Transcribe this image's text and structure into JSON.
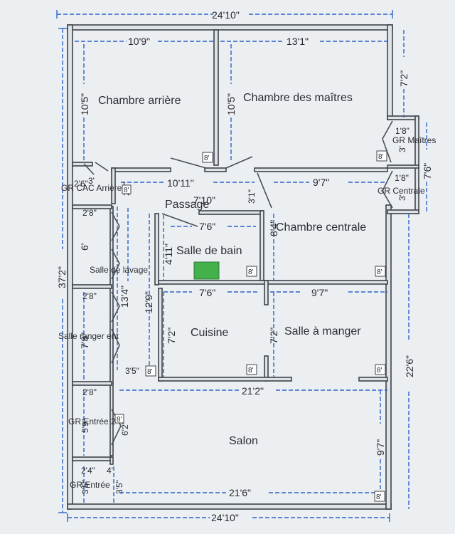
{
  "rooms": {
    "chambre_arriere": "Chambre arrière",
    "chambre_maitres": "Chambre des maîtres",
    "passage": "Passage",
    "salle_de_bain": "Salle de bain",
    "chambre_centrale": "Chambre centrale",
    "salle_lavage": "Salle de lavage",
    "cuisine": "Cuisine",
    "salle_a_manger": "Salle à manger",
    "salle_rangement": "Salle ranger ent",
    "salon": "Salon",
    "gr_cac_arriere": "GR CAC Arrière",
    "gr_maitres": "GR Maîtres",
    "gr_centrale": "GR Centrale",
    "gr_entree_2": "GR Entrée 2",
    "gr_entree": "GR Entrée"
  },
  "dimensions": {
    "top_total": "24'10\"",
    "bottom_total": "24'10\"",
    "left_total": "37'2\"",
    "right_lower": "22'6\"",
    "ch_arr_width": "10'9\"",
    "ch_arr_height": "10'5\"",
    "ch_mait_width": "13'1\"",
    "ch_mait_height": "10'5\"",
    "right_upper": "7'2\"",
    "gr_maitres_w": "1'8\"",
    "gr_maitres_h": "3'",
    "right_mid": "7'6\"",
    "gr_cac_w": "3'",
    "gr_cac_h": "2'8\"",
    "gr_cac_x": "2'6\"",
    "passage_w": "10'11\"",
    "passage_h": "3'1\"",
    "passage_w2": "7'10\"",
    "ch_cent_w": "9'7\"",
    "ch_cent_h": "8'4\"",
    "gr_cent_w": "1'8\"",
    "gr_cent_h": "3'",
    "bain_w": "7'6\"",
    "bain_h": "4'11\"",
    "lavage_w": "2'8\"",
    "lavage_h": "6'",
    "lavage_h2": "13'4\"",
    "cuisine_w": "7'6\"",
    "cuisine_h": "7'2\"",
    "cuisine_h2": "12'9\"",
    "manger_w": "9'7\"",
    "manger_h": "7'2\"",
    "rang_w": "2'8\"",
    "rang_h": "7'8\"",
    "closet_gap": "3'5\"",
    "mid_width": "21'2\"",
    "entree2_w": "2'8\"",
    "entree2_h": "5'9\"",
    "entree2_h2": "6'2\"",
    "salon_h": "9'7\"",
    "entree_w": "2'4\"",
    "entree_w2": "4'",
    "entree_h": "3'5\"",
    "entree_h2": "3'5\"",
    "bottom_inner": "21'6\""
  },
  "ceiling_heights": [
    "8'",
    "8'",
    "8'",
    "8'",
    "8'",
    "8'",
    "8'",
    "8'",
    "8'",
    "8'"
  ],
  "colors": {
    "wall": "#3e434a",
    "dimension_line": "#2c62c9",
    "fixture": "#43b04a",
    "background": "#eceff2"
  }
}
